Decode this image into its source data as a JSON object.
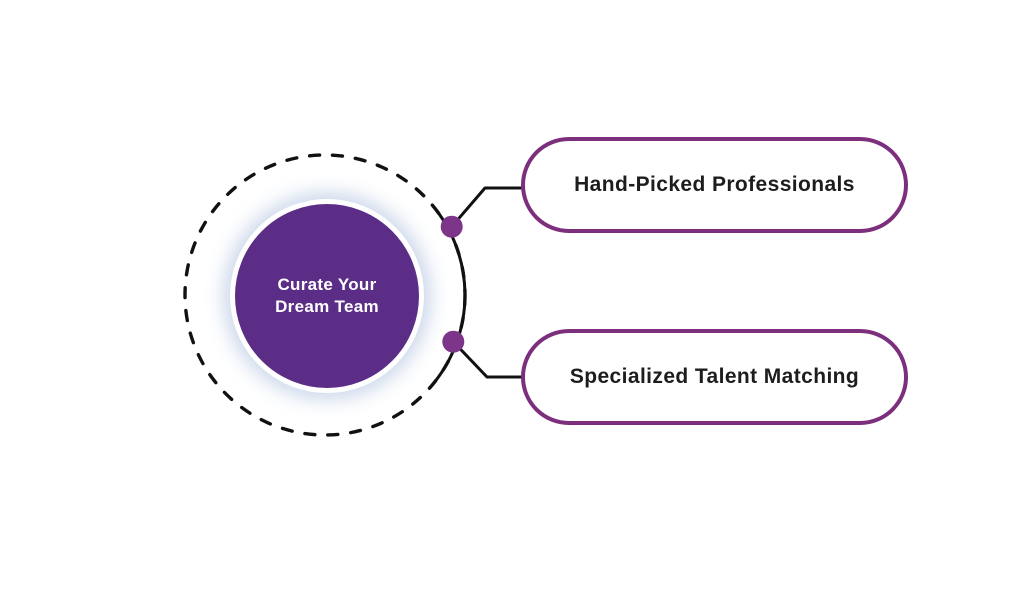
{
  "diagram": {
    "center_circle": {
      "line1": "Curate Your",
      "line2": "Dream Team"
    },
    "branches": [
      {
        "label": "Hand-Picked Professionals"
      },
      {
        "label": "Specialized Talent Matching"
      }
    ],
    "colors": {
      "center_circle_fill": "#5b2d86",
      "center_circle_ring": "#ffffff",
      "glow": "#c6d2e7",
      "pill_border": "#7b2f7d",
      "pill_background": "#ffffff",
      "dot_fill": "#7c3588",
      "line_stroke": "#111111",
      "pill_text": "#1d1d1d",
      "circle_text": "#ffffff",
      "background": "#ffffff"
    }
  }
}
